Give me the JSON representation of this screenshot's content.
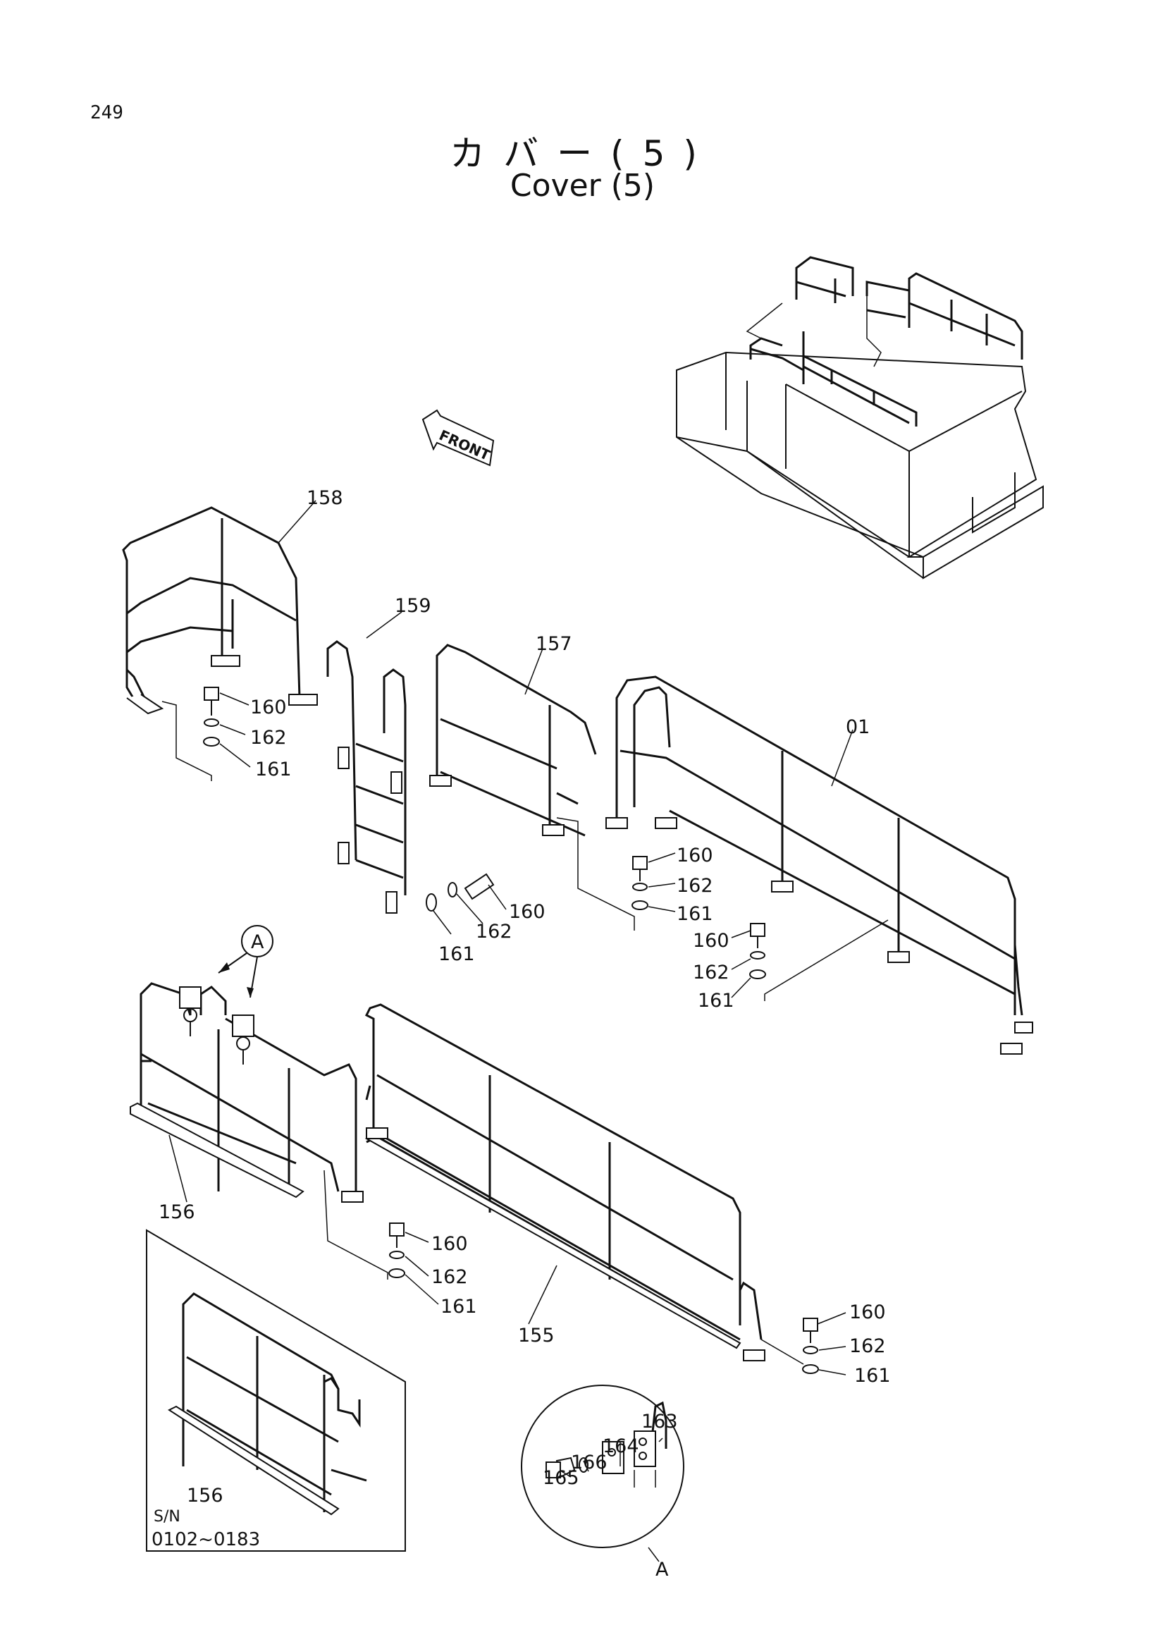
{
  "page": {
    "number": "249"
  },
  "title": {
    "ja": "カバー(5)",
    "en": "Cover (5)"
  },
  "orientation_tag": "FRONT",
  "callout": {
    "detail_letter": "A",
    "detail_label": "A"
  },
  "inset": {
    "part": "156",
    "sn_label": "S/N",
    "sn_range": "0102~0183"
  },
  "parts": [
    {
      "id": "p158",
      "label": "158"
    },
    {
      "id": "p159",
      "label": "159"
    },
    {
      "id": "p157",
      "label": "157"
    },
    {
      "id": "p01",
      "label": "01"
    },
    {
      "id": "p156",
      "label": "156"
    },
    {
      "id": "p155",
      "label": "155"
    },
    {
      "id": "p160a",
      "label": "160"
    },
    {
      "id": "p162a",
      "label": "162"
    },
    {
      "id": "p161a",
      "label": "161"
    },
    {
      "id": "p160b",
      "label": "160"
    },
    {
      "id": "p162b",
      "label": "162"
    },
    {
      "id": "p161b",
      "label": "161"
    },
    {
      "id": "p160c",
      "label": "160"
    },
    {
      "id": "p162c",
      "label": "162"
    },
    {
      "id": "p161c",
      "label": "161"
    },
    {
      "id": "p160d",
      "label": "160"
    },
    {
      "id": "p162d",
      "label": "162"
    },
    {
      "id": "p161d",
      "label": "161"
    },
    {
      "id": "p160e",
      "label": "160"
    },
    {
      "id": "p162e",
      "label": "162"
    },
    {
      "id": "p161e",
      "label": "161"
    },
    {
      "id": "p160f",
      "label": "160"
    },
    {
      "id": "p162f",
      "label": "162"
    },
    {
      "id": "p161f",
      "label": "161"
    },
    {
      "id": "p163",
      "label": "163"
    },
    {
      "id": "p164",
      "label": "164"
    },
    {
      "id": "p165",
      "label": "165"
    },
    {
      "id": "p166",
      "label": "166"
    }
  ]
}
